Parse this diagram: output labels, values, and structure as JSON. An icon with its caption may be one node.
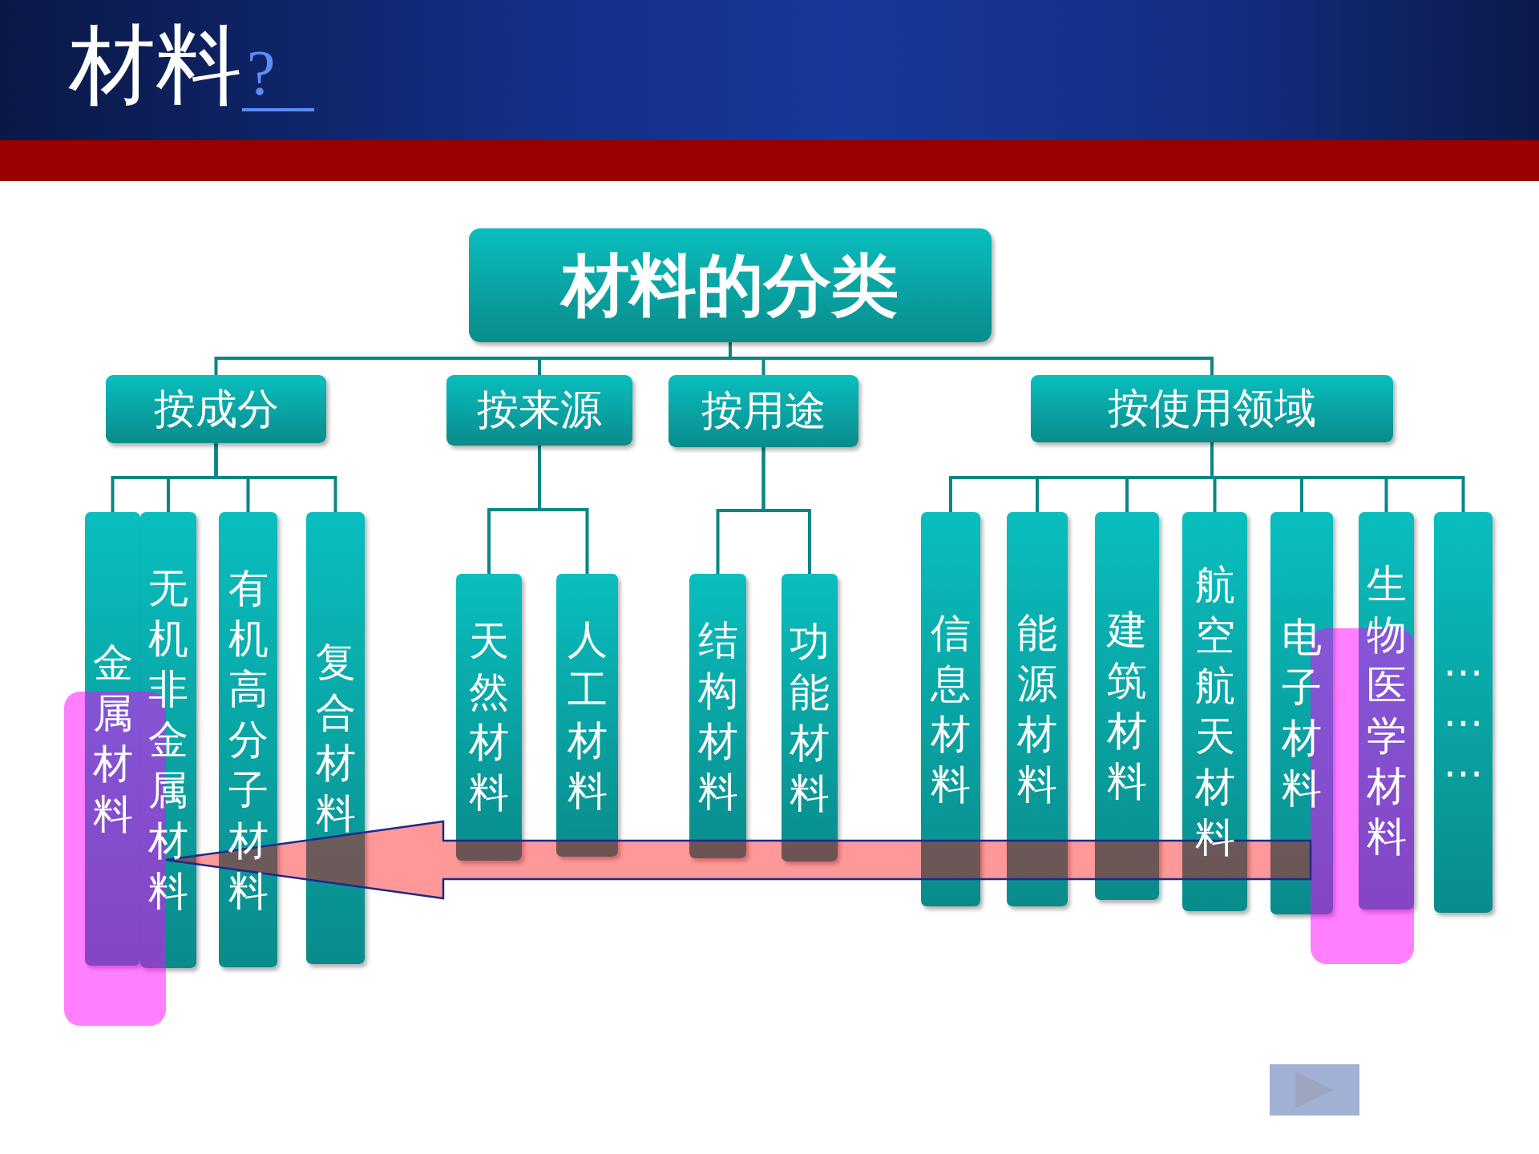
{
  "diagram": {
    "title": "材料?",
    "nodes": [
      {
        "text": [
          "材料的分类"
        ]
      },
      {
        "text": [
          "按成分"
        ]
      },
      {
        "text": [
          "按来源"
        ]
      },
      {
        "text": [
          "按用途"
        ]
      },
      {
        "text": [
          "按使用领域"
        ]
      },
      {
        "text": [
          "金属材料"
        ]
      },
      {
        "text": [
          "无机非金属材料"
        ]
      },
      {
        "text": [
          "有机高分子材料"
        ]
      },
      {
        "text": [
          "复合材料"
        ]
      },
      {
        "text": [
          "天然材料"
        ]
      },
      {
        "text": [
          "人工材料"
        ]
      },
      {
        "text": [
          "结构材料"
        ]
      },
      {
        "text": [
          "功能材料"
        ]
      },
      {
        "text": [
          "信息材料"
        ]
      },
      {
        "text": [
          "能源材料"
        ]
      },
      {
        "text": [
          "建筑材料"
        ]
      },
      {
        "text": [
          "航空航天材料"
        ]
      },
      {
        "text": [
          "电子材料"
        ]
      },
      {
        "text": [
          "生物医学材料"
        ]
      },
      {
        "text": [
          "………"
        ]
      },
      {
        "text": [],
        "shape": "box"
      },
      {
        "text": [],
        "shape": "box"
      }
    ],
    "edges": [
      {
        "from": 0,
        "to": 1,
        "arrow": "none"
      },
      {
        "from": 0,
        "to": 2,
        "arrow": "none"
      },
      {
        "from": 0,
        "to": 3,
        "arrow": "none"
      },
      {
        "from": 0,
        "to": 4,
        "arrow": "none"
      },
      {
        "from": 1,
        "to": 5,
        "arrow": "none"
      },
      {
        "from": 1,
        "to": 6,
        "arrow": "none"
      },
      {
        "from": 1,
        "to": 7,
        "arrow": "none"
      },
      {
        "from": 1,
        "to": 8,
        "arrow": "none"
      },
      {
        "from": 2,
        "to": 9,
        "arrow": "none"
      },
      {
        "from": 2,
        "to": 10,
        "arrow": "none"
      },
      {
        "from": 3,
        "to": 11,
        "arrow": "none"
      },
      {
        "from": 3,
        "to": 12,
        "arrow": "none"
      },
      {
        "from": 4,
        "to": 13,
        "arrow": "none"
      },
      {
        "from": 4,
        "to": 14,
        "arrow": "none"
      },
      {
        "from": 4,
        "to": 15,
        "arrow": "none"
      },
      {
        "from": 4,
        "to": 16,
        "arrow": "none"
      },
      {
        "from": 4,
        "to": 17,
        "arrow": "none"
      },
      {
        "from": 4,
        "to": 18,
        "arrow": "none"
      },
      {
        "from": 4,
        "to": 19,
        "arrow": "none"
      },
      {
        "from": 21,
        "to": 20,
        "arrow": "to",
        "style": "thick",
        "color": "#ff9999"
      }
    ]
  }
}
